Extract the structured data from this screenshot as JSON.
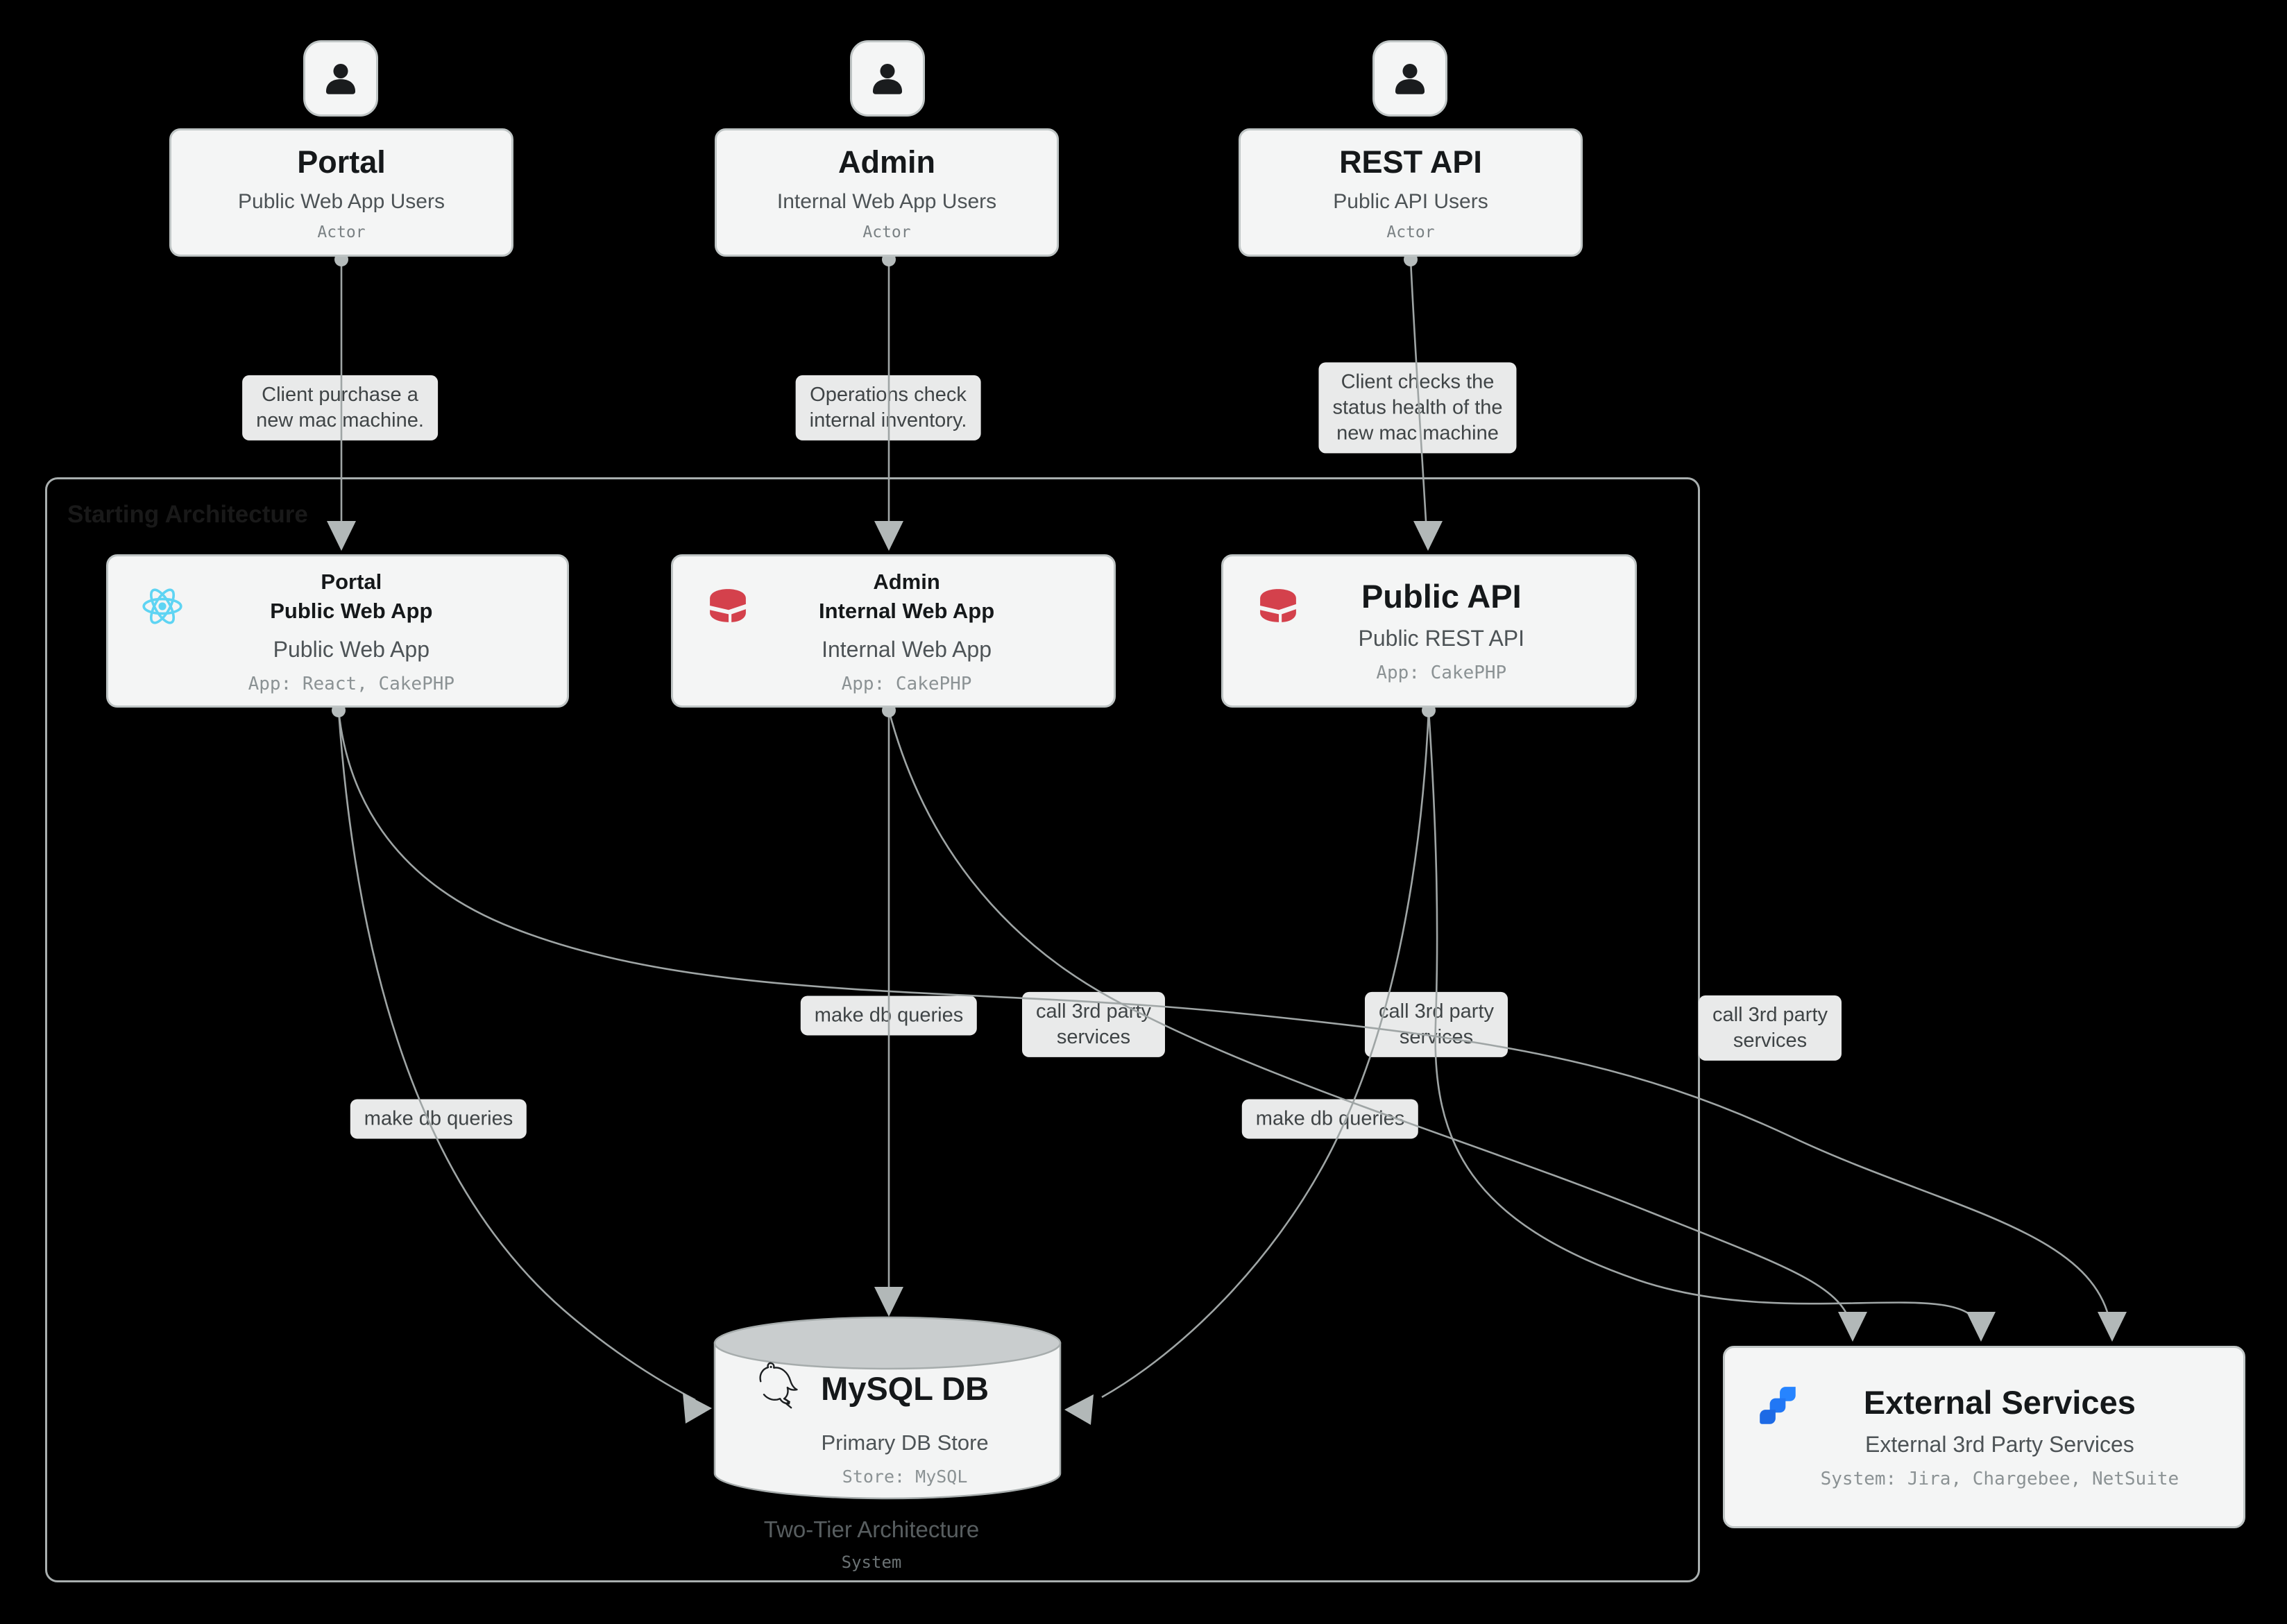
{
  "diagram_title": "Starting Architecture",
  "colors": {
    "background": "#000000",
    "node_fill": "#f4f5f5",
    "node_border": "#bfc5c5",
    "edge_line": "#9fa5a5",
    "edge_label_bg": "#e9eaea",
    "react_blue": "#5ED4F3",
    "cakephp_red": "#D4414C",
    "jira_blue_top": "#2684FF",
    "jira_blue_mid": "#2177F5",
    "jira_blue_bottom": "#1D6AE5",
    "cylinder_top": "#c9cdce"
  },
  "actors": [
    {
      "name": "Portal",
      "desc": "Public Web App Users",
      "type": "Actor"
    },
    {
      "name": "Admin",
      "desc": "Internal Web App Users",
      "type": "Actor"
    },
    {
      "name": "REST API",
      "desc": "Public API Users",
      "type": "Actor"
    }
  ],
  "apps": [
    {
      "name": "Portal\nPublic Web App",
      "desc": "Public Web App",
      "tech": "App: React, CakePHP"
    },
    {
      "name": "Admin\nInternal Web App",
      "desc": "Internal Web App",
      "tech": "App: CakePHP"
    },
    {
      "name": "Public API",
      "desc": "Public REST API",
      "tech": "App: CakePHP"
    }
  ],
  "db": {
    "name": "MySQL DB",
    "desc": "Primary DB Store",
    "tech": "Store: MySQL"
  },
  "external": {
    "name": "External Services",
    "desc": "External 3rd Party Services",
    "tech": "System: Jira, Chargebee, NetSuite"
  },
  "boundary": {
    "label": "Starting Architecture",
    "footer_title": "Two-Tier Architecture",
    "footer_type": "System"
  },
  "labels": [
    {
      "text": "Client purchase a\nnew mac machine."
    },
    {
      "text": "Operations check\ninternal inventory."
    },
    {
      "text": "Client checks the\nstatus health of the\nnew mac machine"
    },
    {
      "text": "make db queries"
    },
    {
      "text": "call 3rd party\nservices"
    },
    {
      "text": "call 3rd party\nservices"
    },
    {
      "text": "call 3rd party\nservices"
    },
    {
      "text": "make db queries"
    },
    {
      "text": "make db queries"
    }
  ]
}
